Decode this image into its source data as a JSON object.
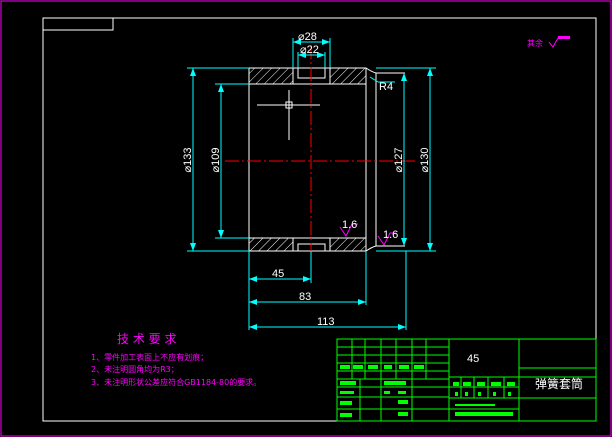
{
  "drawing": {
    "surface_finish_label": "其余",
    "dimensions": {
      "top_outer_dia": "⌀28",
      "top_inner_dia": "⌀22",
      "fillet_radius": "R4",
      "left_outer_dia": "⌀133",
      "left_inner_dia": "⌀109",
      "right_inner_dia": "⌀127",
      "right_outer_dia": "⌀130",
      "length_short": "45",
      "length_mid": "83",
      "length_total": "113",
      "surface_mark_1": "1.6",
      "surface_mark_2": "1.6"
    },
    "notes": {
      "title": "技 术 要 求",
      "items": [
        "1、零件加工表面上不应有划痕；",
        "2、未注明圆角均为R3；",
        "3、未注明形状公差应符合GB1184-80的要求。"
      ]
    },
    "title_block": {
      "material": "45",
      "part_name": "弹簧套筒"
    },
    "colors": {
      "background": "#000000",
      "frame": "#ffffff",
      "outline": "#ffffff",
      "dimension": "#00ffff",
      "centerline": "#ff0000",
      "notes": "#ff00ff",
      "title_block": "#00ff00",
      "border": "#ff00ff"
    }
  }
}
